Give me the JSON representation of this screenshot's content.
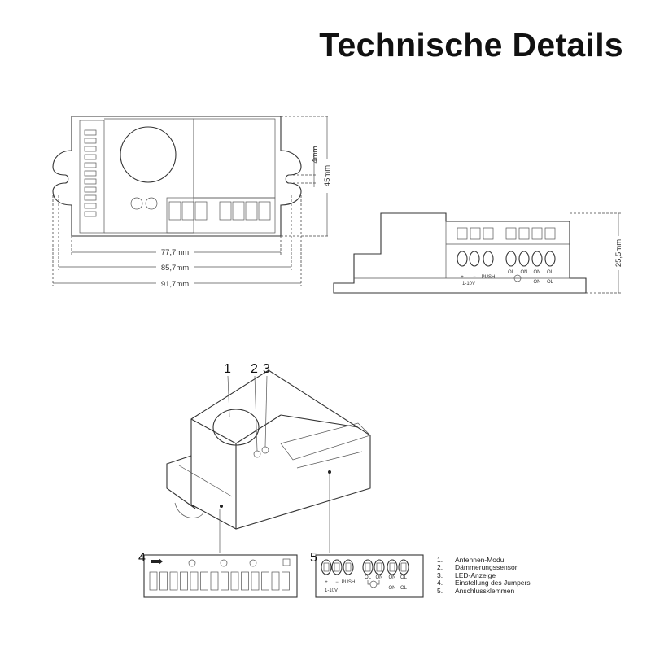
{
  "title": "Technische Details",
  "top_view": {
    "dims": {
      "inner_width": "77,7mm",
      "mid_width": "85,7mm",
      "outer_width": "91,7mm",
      "height": "45mm",
      "hole": "4mm"
    }
  },
  "side_view": {
    "dims": {
      "height": "25,5mm"
    },
    "labels": {
      "plus": "+",
      "minus": "−",
      "push": "PUSH",
      "range": "1-10V",
      "ol1": "OL",
      "on1": "ON",
      "on2": "ON",
      "ol2": "OL",
      "on3": "ON",
      "ol3": "OL"
    }
  },
  "callouts": [
    "1",
    "2",
    "3",
    "4",
    "5"
  ],
  "inset5": {
    "plus": "+",
    "minus": "−",
    "push": "PUSH",
    "range": "1-10V",
    "ol1": "OL",
    "on1": "ON",
    "on2": "ON",
    "ol2": "OL",
    "on3": "ON",
    "ol3": "OL"
  },
  "legend": [
    {
      "n": "1.",
      "label": "Antennen-Modul"
    },
    {
      "n": "2.",
      "label": "Dämmerungssensor"
    },
    {
      "n": "3.",
      "label": "LED-Anzeige"
    },
    {
      "n": "4.",
      "label": "Einstellung des Jumpers"
    },
    {
      "n": "5.",
      "label": "Anschlussklemmen"
    }
  ]
}
